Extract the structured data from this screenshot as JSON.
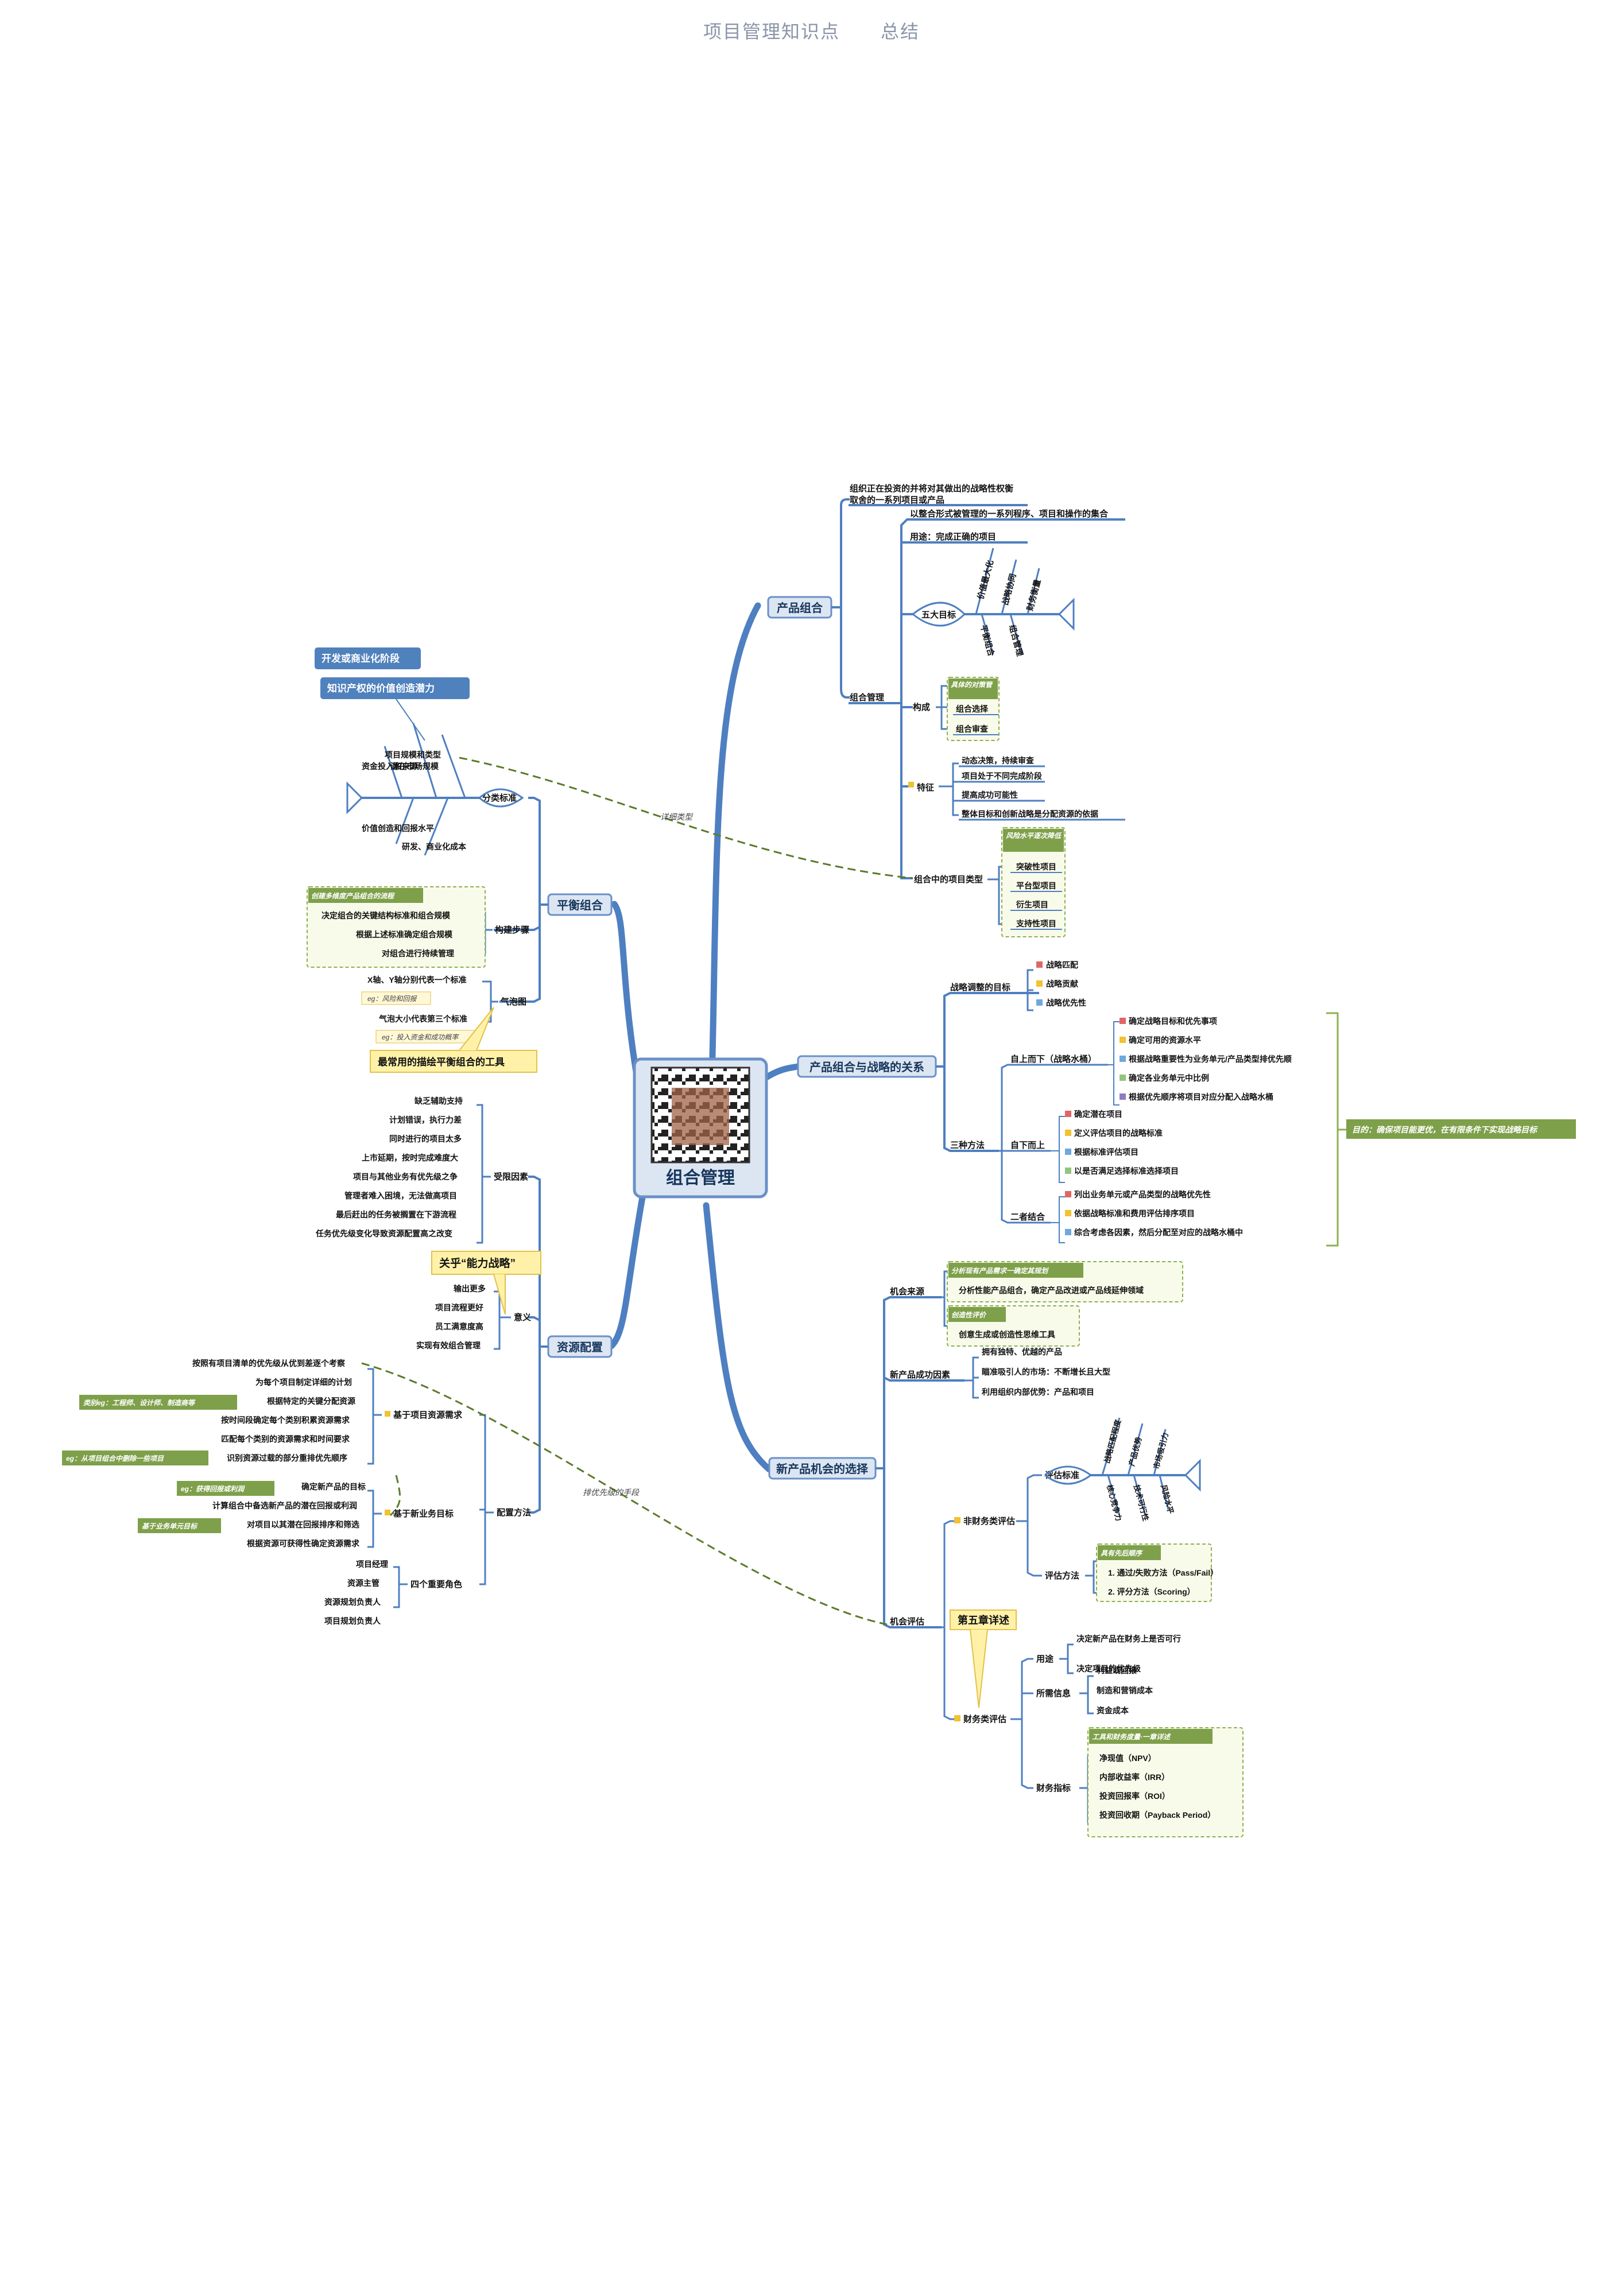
{
  "header": {
    "left": "项目管理知识点",
    "right": "总结"
  },
  "center": {
    "label": "组合管理"
  },
  "colors": {
    "line": "#4e7fc1",
    "box_fill": "#dce6f2",
    "box_border": "#6a90c8",
    "green_tag": "#7ea04a",
    "green_border": "#8db050",
    "dash": "#5c7a2a",
    "callout_fill": "#fff2a8",
    "callout_border": "#e2c14a",
    "blue_tag": "#4f81bd"
  },
  "branches": {
    "product": {
      "label": "产品组合",
      "intro": [
        "组织正在投资的并将对其做出的战略性权衡",
        "取舍的一系列项目或产品"
      ],
      "pm": "组合管理",
      "pm_def": "以整合形式被管理的一系列程序、项目和操作的集合",
      "pm_use": "用途：完成正确的项目",
      "goals": {
        "label": "五大目标",
        "bones": [
          "价值最大化",
          "战略协同",
          "财务衡量",
          "平衡组合",
          "组合管理"
        ]
      },
      "composition": {
        "label": "构成",
        "tag": "具体的对策管",
        "items": [
          "组合选择",
          "组合审查"
        ]
      },
      "features": {
        "label": "特征",
        "items": [
          "动态决策，持续审查",
          "项目处于不同完成阶段",
          "提高成功可能性",
          "整体目标和创新战略是分配资源的依据"
        ]
      },
      "types": {
        "label": "组合中的项目类型",
        "tag": "风险水平逐次降低",
        "items": [
          "突破性项目",
          "平台型项目",
          "衍生项目",
          "支持性项目"
        ]
      }
    },
    "strategy": {
      "label": "产品组合与战略的关系",
      "goals": {
        "label": "战略调整的目标",
        "items": [
          "战略匹配",
          "战略贡献",
          "战略优先性"
        ]
      },
      "methods": {
        "label": "三种方法",
        "topdown": {
          "label": "自上而下（战略水桶）",
          "items": [
            "确定战略目标和优先事项",
            "确定可用的资源水平",
            "根据战略重要性为业务单元/产品类型排优先顺",
            "确定各业务单元中比例",
            "根据优先顺序将项目对应分配入战略水桶"
          ]
        },
        "bottomup": {
          "label": "自下而上",
          "items": [
            "确定潜在项目",
            "定义评估项目的战略标准",
            "根据标准评估项目",
            "以是否满足选择标准选择项目"
          ]
        },
        "combined": {
          "label": "二者结合",
          "items": [
            "列出业务单元或产品类型的战略优先性",
            "依据战略标准和费用评估排序项目",
            "综合考虑各因素，然后分配至对应的战略水桶中"
          ]
        }
      },
      "summary": "目的：确保项目能更优，在有限条件下实现战略目标"
    },
    "new_product": {
      "label": "新产品机会的选择",
      "sources": {
        "label": "机会来源",
        "tag1": "分析现有产品需求一确定其规划",
        "item1": "分析性能产品组合，确定产品改进或产品线延伸领域",
        "tag2": "创造性评价",
        "item2": "创意生成或创造性思维工具"
      },
      "success": {
        "label": "新产品成功因素",
        "items": [
          "拥有独特、优越的产品",
          "瞄准吸引人的市场：不断增长且大型",
          "利用组织内部优势：产品和项目"
        ]
      },
      "evaluation": {
        "label": "机会评估",
        "nonfinancial": {
          "label": "非财务类评估",
          "criteria": {
            "label": "评估标准",
            "bones": [
              "战略匹配程度",
              "产品优势",
              "市场吸引力",
              "核心竞争力",
              "技术可行性",
              "风险水平"
            ]
          },
          "method": {
            "label": "评估方法",
            "tag": "具有先后顺序",
            "items": [
              "1. 通过/失败方法（Pass/Fail）",
              "2. 评分方法（Scoring）"
            ]
          }
        },
        "callout": "第五章详述",
        "financial": {
          "label": "财务类评估",
          "use": {
            "label": "用途",
            "items": [
              "决定新产品在财务上是否可行",
              "决定项目的优先级"
            ]
          },
          "info": {
            "label": "所需信息",
            "items": [
              "利益或回报",
              "制造和营销成本",
              "资金成本"
            ]
          },
          "metrics": {
            "label": "财务指标",
            "tag": "工具和财务度量·一章详述",
            "items": [
              "净现值（NPV）",
              "内部收益率（IRR）",
              "投资回报率（ROI）",
              "投资回收期（Payback Period）"
            ]
          }
        }
      }
    },
    "balance": {
      "label": "平衡组合",
      "classify": {
        "label": "分类标准",
        "callout1": "开发或商业化阶段",
        "callout2": "知识产权的价值创造潜力",
        "bones": [
          "项目规模和类型",
          "潜在市场规模",
          "资金投入和来源",
          "价值创造和回报水平",
          "研发、商业化成本"
        ]
      },
      "steps": {
        "label": "构建步骤",
        "tag": "创建多维度产品组合的流程",
        "items": [
          "决定组合的关键结构标准和组合规模",
          "根据上述标准确定组合规模",
          "对组合进行持续管理"
        ]
      },
      "bubble": {
        "label": "气泡图",
        "items": [
          "X轴、Y轴分别代表一个标准",
          "气泡大小代表第三个标准"
        ],
        "notes": [
          "eg：风险和回报",
          "eg：投入资金和成功概率"
        ]
      },
      "callout": "最常用的描绘平衡组合的工具"
    },
    "resource": {
      "label": "资源配置",
      "factors": {
        "label": "受限因素",
        "items": [
          "缺乏辅助支持",
          "计划错误，执行力差",
          "同时进行的项目太多",
          "上市延期，按时完成难度大",
          "项目与其他业务有优先级之争",
          "管理者难入困境，无法做高项目",
          "最后赶出的任务被搁置在下游流程",
          "任务优先级变化导致资源配置高之改变"
        ]
      },
      "meaning": {
        "label": "意义",
        "callout": "关乎“能力战略”",
        "items": [
          "输出更多",
          "项目流程更好",
          "员工满意度高",
          "实现有效组合管理"
        ]
      },
      "methods": {
        "label": "配置方法",
        "project_based": {
          "label": "基于项目资源需求",
          "items": [
            "按照有项目清单的优先级从优到差逐个考察",
            "为每个项目制定详细的计划",
            "根据特定的关键分配资源",
            "按时间段确定每个类别积累资源需求",
            "匹配每个类别的资源需求和时间要求",
            "识别资源过载的部分重排优先顺序"
          ],
          "notes": [
            "类别eg：工程师、设计师、制造商等",
            "eg：从项目组合中删除一些项目"
          ]
        },
        "business_based": {
          "label": "基于新业务目标",
          "items": [
            "确定新产品的目标",
            "计算组合中备选新产品的潜在回报或利润",
            "对项目以其潜在回报排序和筛选",
            "根据资源可获得性确定资源需求"
          ],
          "notes": [
            "eg：获得回报或利润",
            "基于业务单元目标"
          ]
        },
        "roles": {
          "label": "四个重要角色",
          "items": [
            "项目经理",
            "资源主管",
            "资源规划负责人",
            "项目规划负责人"
          ]
        }
      }
    }
  },
  "annotations": {
    "detail_type": "详细类型",
    "priority_method": "排优先级的手段"
  }
}
